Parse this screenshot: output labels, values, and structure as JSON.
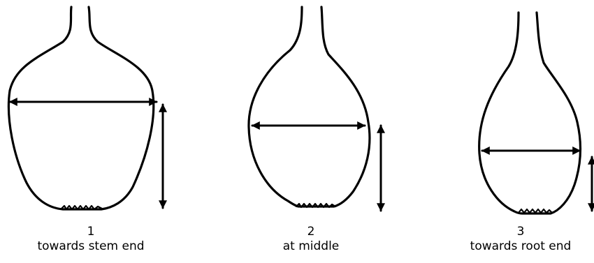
{
  "diagram": {
    "panels": [
      {
        "number": "1",
        "label": "towards stem end"
      },
      {
        "number": "2",
        "label": "at middle"
      },
      {
        "number": "3",
        "label": "towards root end"
      }
    ],
    "colors": {
      "stroke": "#000000",
      "background": "#ffffff"
    }
  }
}
